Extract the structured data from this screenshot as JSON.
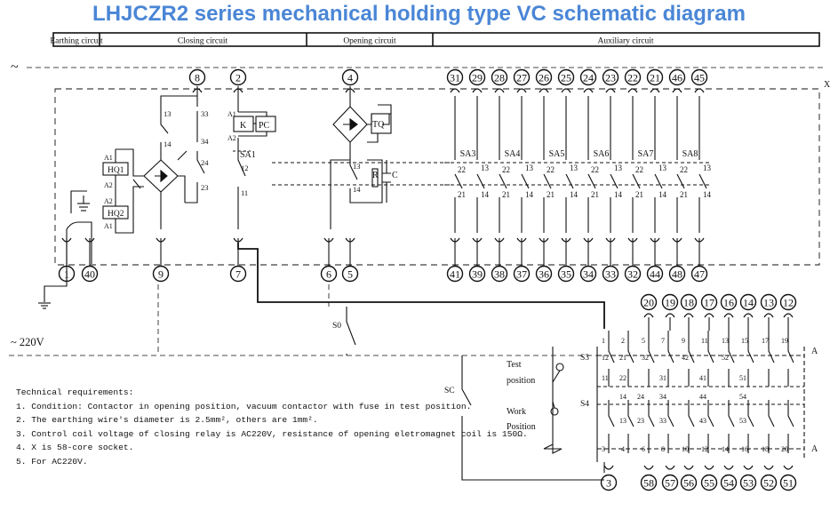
{
  "title": "LHJCZR2 series mechanical holding type VC schematic diagram",
  "header_sections": [
    "Earthing circuit",
    "Closing circuit",
    "Opening circuit",
    "Auxiliary circuit"
  ],
  "supply": {
    "ac_symbol": "~",
    "ac_220v": "~ 220V"
  },
  "top_terminals": [
    "8",
    "2",
    "4",
    "31",
    "29",
    "28",
    "27",
    "26",
    "25",
    "24",
    "23",
    "22",
    "21",
    "46",
    "45"
  ],
  "bottom_terminals": [
    "1",
    "40",
    "9",
    "7",
    "6",
    "5",
    "41",
    "39",
    "38",
    "37",
    "36",
    "35",
    "34",
    "33",
    "32",
    "44",
    "48",
    "47"
  ],
  "aux_switches": [
    "SA3",
    "SA4",
    "SA5",
    "SA6",
    "SA7",
    "SA8"
  ],
  "aux_contact_labels": {
    "top_left": "22",
    "top_right": "13",
    "bottom_left": "21",
    "bottom_right": "14"
  },
  "closing_circuit": {
    "coils": [
      "HQ1",
      "HQ2"
    ],
    "coil_pins": [
      "A1",
      "A2"
    ],
    "relay": "K",
    "relay_pins": [
      "A1",
      "A2"
    ],
    "pc": "PC",
    "switch": "SA1",
    "contact_labels": [
      "13",
      "14",
      "34",
      "24",
      "33",
      "23",
      "12",
      "11"
    ]
  },
  "opening_circuit": {
    "coil": "TQ",
    "resistor": "R",
    "capacitor": "C",
    "contact_labels": [
      "13",
      "14"
    ]
  },
  "socket_label": "X",
  "switch_labels": {
    "so": "S0",
    "sc": "SC",
    "s3": "S3",
    "s4": "S4"
  },
  "position_labels": {
    "test": [
      "Test",
      "position"
    ],
    "work": [
      "Work",
      "Position"
    ]
  },
  "row_label_a": "A",
  "s_top_terminals": [
    "20",
    "19",
    "18",
    "17",
    "16",
    "14",
    "13",
    "12"
  ],
  "s_bottom_terminals": [
    "3",
    "58",
    "57",
    "56",
    "55",
    "54",
    "53",
    "52",
    "51"
  ],
  "s_contacts": [
    {
      "top": [
        "1",
        "2"
      ],
      "mid_top": [
        "12",
        "22"
      ],
      "mid": [
        "11",
        "21"
      ],
      "low_top": [
        "14",
        "24"
      ],
      "low_bot": [
        "13",
        "23"
      ],
      "bottom": [
        "3",
        "4"
      ]
    },
    {
      "top": [
        "5",
        "7"
      ],
      "mid_top": [
        "32",
        "31"
      ],
      "mid": [],
      "low_top": [
        "34"
      ],
      "low_bot": [
        "33"
      ],
      "bottom": [
        "6",
        "8"
      ]
    },
    {
      "top": [
        "9",
        "11"
      ],
      "mid_top": [
        "42",
        "41"
      ],
      "mid": [],
      "low_top": [
        "44"
      ],
      "low_bot": [
        "43"
      ],
      "bottom": [
        "10",
        "12"
      ]
    },
    {
      "top": [
        "13",
        "15"
      ],
      "mid_top": [
        "52",
        "51"
      ],
      "mid": [],
      "low_top": [
        "54"
      ],
      "low_bot": [
        "53"
      ],
      "bottom": [
        "14",
        "16"
      ]
    },
    {
      "top": [
        "17",
        "19"
      ],
      "mid_top": [],
      "mid": [],
      "low_top": [],
      "low_bot": [],
      "bottom": [
        "18",
        "20"
      ]
    }
  ],
  "technical_requirements": {
    "heading": "Technical requirements:",
    "items": [
      "1. Condition: Contactor in opening position, vacuum contactor with fuse in test position.",
      "2. The earthing wire's diameter is 2.5mm², others are 1mm².",
      "3. Control coil voltage of closing relay is AC220V, resistance of opening eletromagnet coil is 150Ω.",
      "4. X is 58-core socket.",
      "5. For AC220V."
    ]
  },
  "colors": {
    "title": "#4a86d6",
    "ink": "#111111"
  }
}
